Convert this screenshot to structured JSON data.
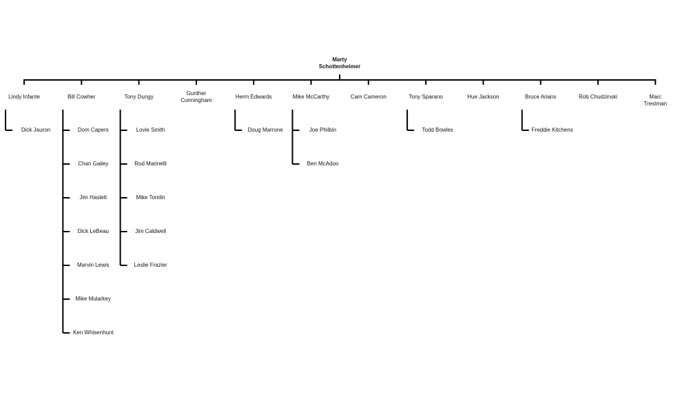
{
  "root": {
    "name": "Marty\nSchottenheimer"
  },
  "coaches": [
    {
      "name": "Lindy Infante",
      "children": [
        "Dick Jauron"
      ]
    },
    {
      "name": "Bill Cowher",
      "children": [
        "Dom Capers",
        "Chan Gailey",
        "Jim Haslett",
        "Dick LeBeau",
        "Marvin Lewis",
        "Mike Mularkey",
        "Ken Whisenhunt"
      ]
    },
    {
      "name": "Tony Dungy",
      "children": [
        "Lovie Smith",
        "Rod Marinelli",
        "Mike Tomlin",
        "Jim Caldwell",
        "Leslie Frazier"
      ]
    },
    {
      "name": "Gunther\nCunningham",
      "children": []
    },
    {
      "name": "Herm Edwards",
      "children": [
        "Doug Marrone"
      ]
    },
    {
      "name": "Mike McCarthy",
      "children": [
        "Joe Philbin",
        "Ben McAdoo"
      ]
    },
    {
      "name": "Cam Cameron",
      "children": []
    },
    {
      "name": "Tony Sparano",
      "children": [
        "Todd Bowles"
      ]
    },
    {
      "name": "Hue Jackson",
      "children": []
    },
    {
      "name": "Bruce Arians",
      "children": [
        "Freddie Kitchens"
      ]
    },
    {
      "name": "Rob Chudzinski",
      "children": []
    },
    {
      "name": "Marc Trestman",
      "children": []
    }
  ]
}
